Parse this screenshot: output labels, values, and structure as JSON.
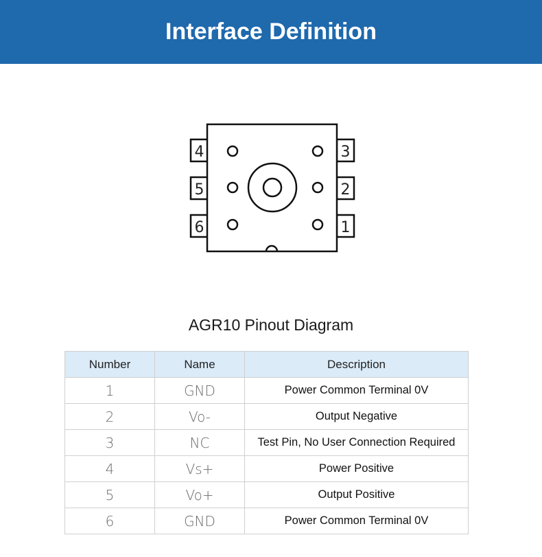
{
  "header": {
    "title": "Interface Definition"
  },
  "diagram": {
    "caption": "AGR10 Pinout Diagram",
    "pins_left": [
      "4",
      "5",
      "6"
    ],
    "pins_right": [
      "3",
      "2",
      "1"
    ]
  },
  "table": {
    "columns": [
      "Number",
      "Name",
      "Description"
    ],
    "rows": [
      {
        "number": "1",
        "name": "GND",
        "description": "Power Common Terminal 0V"
      },
      {
        "number": "2",
        "name": "Vo-",
        "description": "Output Negative"
      },
      {
        "number": "3",
        "name": "NC",
        "description": "Test Pin, No User Connection Required"
      },
      {
        "number": "4",
        "name": "Vs+",
        "description": "Power Positive"
      },
      {
        "number": "5",
        "name": "Vo+",
        "description": "Output Positive"
      },
      {
        "number": "6",
        "name": "GND",
        "description": "Power Common Terminal 0V"
      }
    ]
  },
  "colors": {
    "header_bg": "#1f69ad",
    "table_header_bg": "#dbebf8"
  }
}
